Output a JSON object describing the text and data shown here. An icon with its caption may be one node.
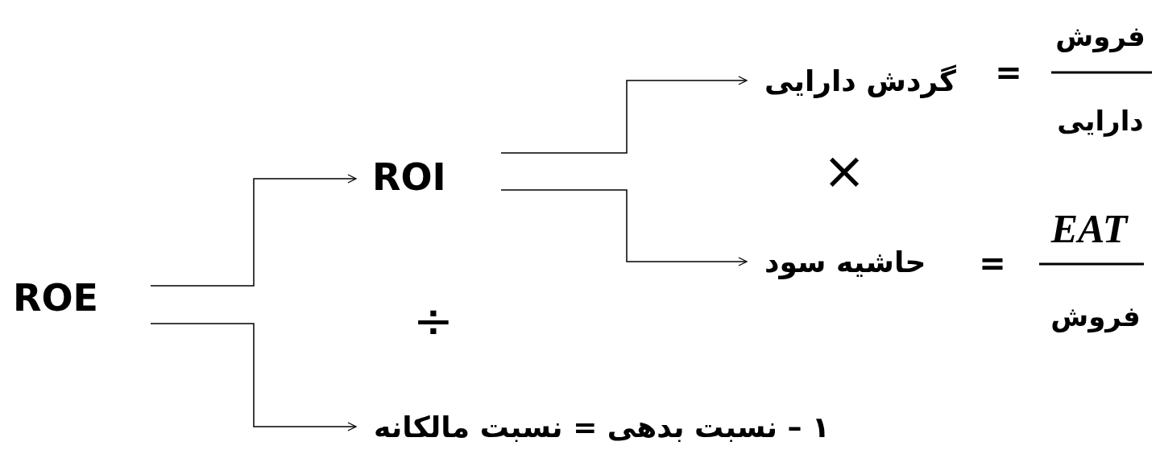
{
  "diagram": {
    "nodes": [
      {
        "text": [
          "ROE"
        ]
      },
      {
        "text": [
          "ROI"
        ]
      },
      {
        "text": [
          "گردش دارایی"
        ]
      },
      {
        "text": [
          "حاشیه سود"
        ]
      },
      {
        "text": [
          "۱ – نسبت بدهی = نسبت مالکانه"
        ]
      }
    ],
    "edges": [
      {
        "from": 0,
        "to": 1,
        "arrow": "to"
      },
      {
        "from": 0,
        "to": 4,
        "arrow": "to"
      },
      {
        "from": 1,
        "to": 2,
        "arrow": "to"
      },
      {
        "from": 1,
        "to": 3,
        "arrow": "to"
      }
    ],
    "labels": [
      "فروش",
      "=",
      "دارایی",
      "×",
      "EAT",
      "=",
      "فروش",
      "÷"
    ]
  }
}
